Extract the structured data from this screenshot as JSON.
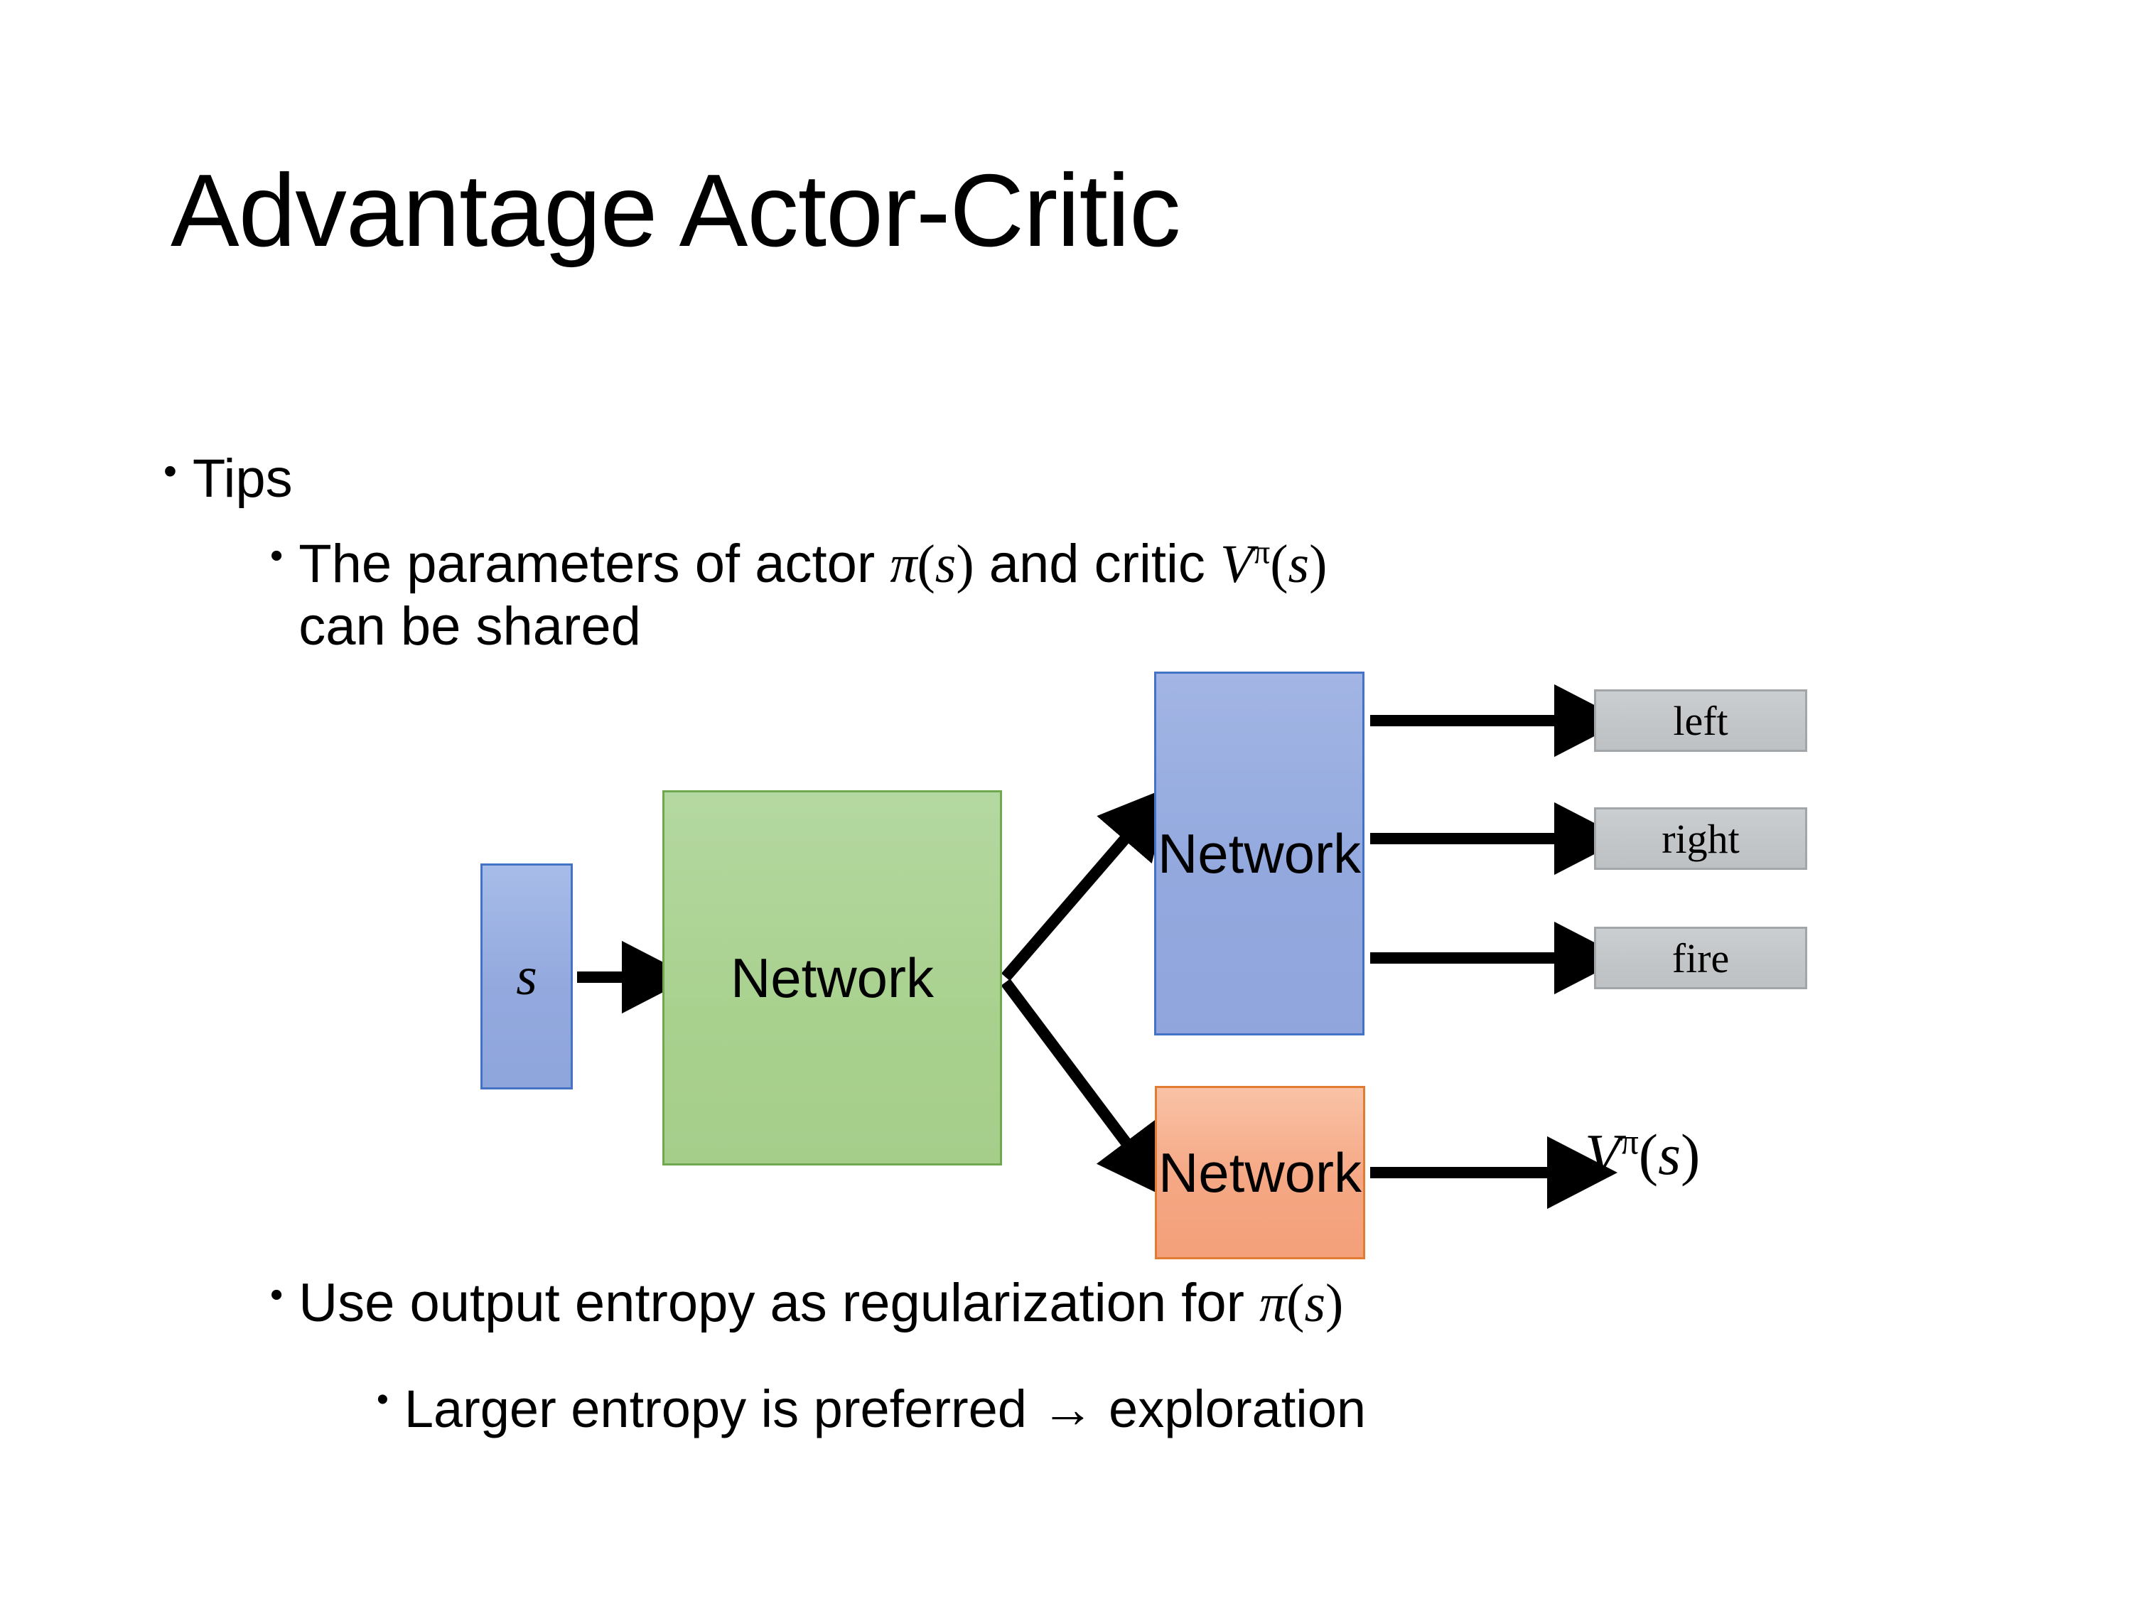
{
  "slide": {
    "title": "Advantage Actor-Critic",
    "bullets": {
      "tips": "Tips",
      "shared_line1_pre": "The parameters of actor ",
      "shared_pi": "π",
      "shared_arg1": "(",
      "shared_s1": "s",
      "shared_arg1_close": ")",
      "shared_mid": "  and critic ",
      "shared_V": "V",
      "shared_V_sup": "π",
      "shared_arg2": "(",
      "shared_s2": "s",
      "shared_arg2_close": ")",
      "shared_line2": "can be shared",
      "entropy_pre": "Use output entropy as regularization for ",
      "entropy_pi": "π",
      "entropy_open": "(",
      "entropy_s": "s",
      "entropy_close": ")",
      "larger_entropy": "Larger entropy is preferred → exploration"
    },
    "bullet_marker": "•"
  },
  "diagram": {
    "input": {
      "label": "s",
      "fill": "#93A9DE",
      "border": "#4472C4"
    },
    "shared_network": {
      "label": "Network",
      "fill": "#A9D18E",
      "border": "#6FA84F"
    },
    "actor_network": {
      "label": "Network",
      "fill": "#93A9DE",
      "border": "#4472C4"
    },
    "critic_network": {
      "label": "Network",
      "fill": "#F5A783",
      "border": "#E07D33"
    },
    "actions": [
      {
        "label": "left",
        "fill": "#C3C6C8",
        "border": "#A3A6A8"
      },
      {
        "label": "right",
        "fill": "#C3C6C8",
        "border": "#A3A6A8"
      },
      {
        "label": "fire",
        "fill": "#C3C6C8",
        "border": "#A3A6A8"
      }
    ],
    "critic_output": {
      "V": "V",
      "sup": "π",
      "open": "(",
      "arg": "s",
      "close": ")"
    }
  }
}
